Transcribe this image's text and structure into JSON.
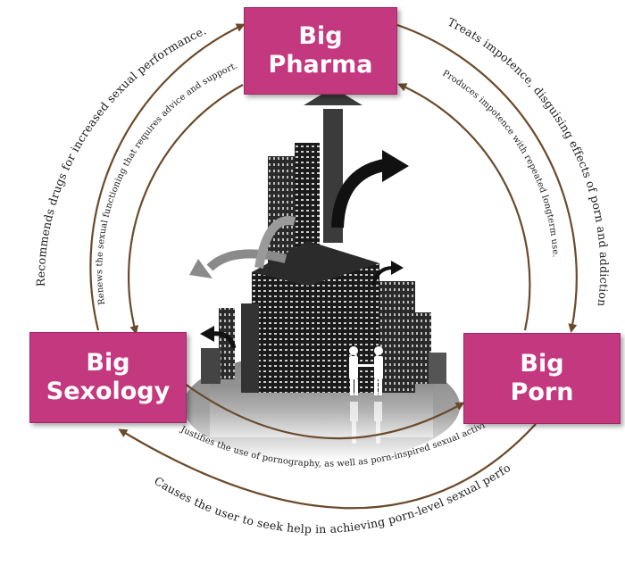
{
  "boxes": {
    "pharma": {
      "line1": "Big",
      "line2": "Pharma"
    },
    "sexology": {
      "line1": "Big",
      "line2": "Sexology"
    },
    "porn": {
      "line1": "Big",
      "line2": "Porn"
    }
  },
  "arcs": {
    "outer_left": "Recommends drugs for increased sexual performance.",
    "inner_left": "Renews the sexual functioning that requires advice and support.",
    "outer_right": "Treats impotence, disguising effects of porn and addiction.",
    "inner_right": "Produces impotence with repeated longterm use.",
    "inner_bottom": "Justifies the use of pornography, as well as porn-inspired sexual activity.",
    "outer_bottom": "Causes the user to seek help in achieving porn-level sexual performance."
  },
  "colors": {
    "box": "#c4387f",
    "arrow": "#6b4a2a",
    "text": "#1a1a1a"
  },
  "illustration": {
    "icon": "city-skyline-with-arrows-icon"
  }
}
